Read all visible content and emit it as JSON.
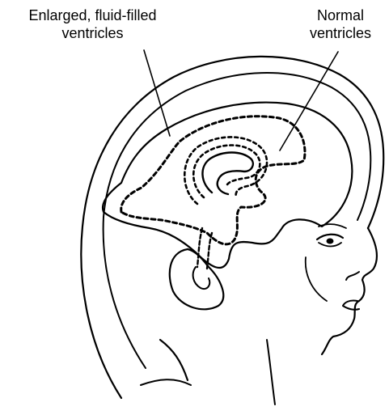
{
  "labels": {
    "enlarged": {
      "line1": "Enlarged, fluid-filled",
      "line2": "ventricles"
    },
    "normal": {
      "line1": "Normal",
      "line2": "ventricles"
    }
  },
  "colors": {
    "ink": "#000000",
    "background": "#ffffff"
  }
}
